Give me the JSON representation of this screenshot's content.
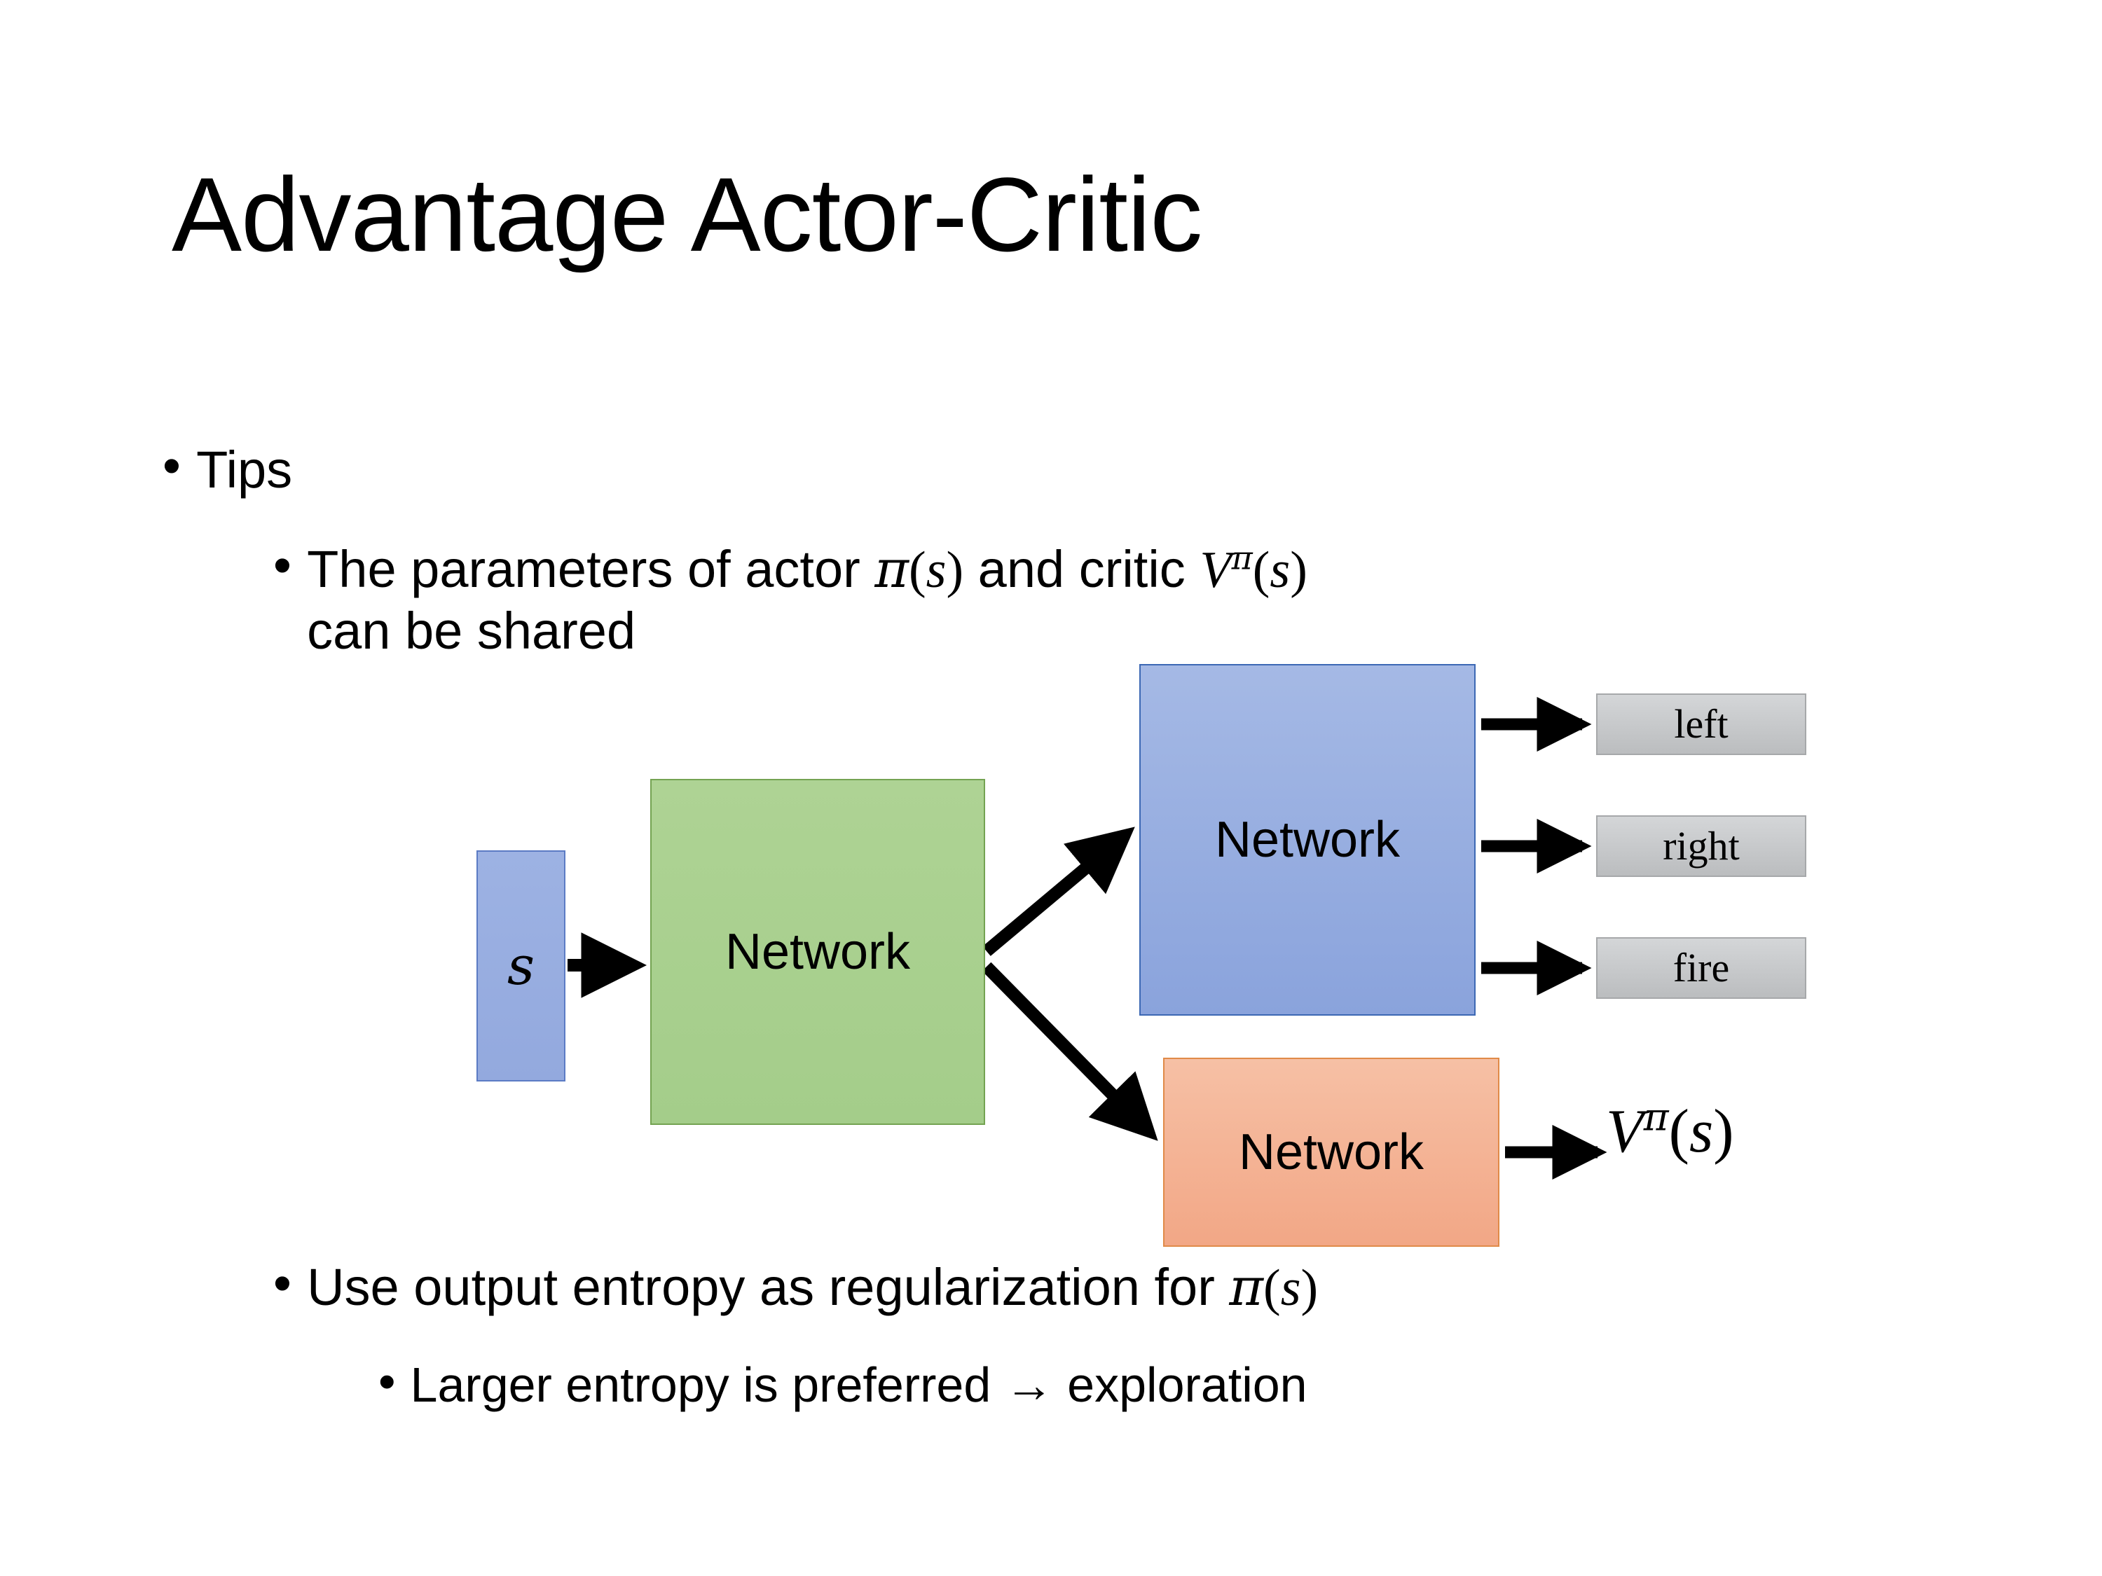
{
  "slide": {
    "title": "Advantage Actor-Critic",
    "background_color": "#ffffff",
    "text_color": "#000000"
  },
  "bullets": {
    "tips": {
      "marker": "•",
      "text": "Tips",
      "level": 1
    },
    "shared_params": {
      "marker": "•",
      "level": 2,
      "text_plain": "The parameters of actor π(s)  and critic Vπ(s) can be shared",
      "seg_1": "The parameters of actor ",
      "pi": "π",
      "paren_open": "(",
      "s": "s",
      "paren_close": ")",
      "seg_2": "  and critic ",
      "V": "V",
      "pi_sup": "π",
      "seg_3": "can be shared"
    },
    "entropy": {
      "marker": "•",
      "level": 2,
      "text_plain": "Use output entropy as regularization for π(s)",
      "seg_1": "Use output entropy as regularization for ",
      "pi": "π",
      "paren_open": "(",
      "s": "s",
      "paren_close": ")"
    },
    "larger_entropy": {
      "marker": "•",
      "level": 3,
      "text_plain": "Larger entropy is preferred → exploration",
      "seg_1": "Larger entropy is preferred ",
      "arrow": "→",
      "seg_2": " exploration"
    }
  },
  "diagram": {
    "nodes": {
      "state": {
        "label": "s",
        "color": "#93a9de",
        "border_color": "#5b7bc4",
        "kind": "input"
      },
      "shared_network": {
        "label": "Network",
        "color": "#a4cd8a",
        "border_color": "#74a352",
        "kind": "shared"
      },
      "actor_network": {
        "label": "Network",
        "color": "#8aa3dc",
        "border_color": "#3c68b4",
        "kind": "actor"
      },
      "critic_network": {
        "label": "Network",
        "color": "#f2a786",
        "border_color": "#e08a48",
        "kind": "critic"
      }
    },
    "action_outputs": [
      {
        "label": "left",
        "color": "#c4c6c8"
      },
      {
        "label": "right",
        "color": "#c4c6c8"
      },
      {
        "label": "fire",
        "color": "#c4c6c8"
      }
    ],
    "value_output": {
      "V": "V",
      "pi_sup": "π",
      "paren_open": "(",
      "s": "s",
      "paren_close": ")",
      "text_plain": "Vπ(s)"
    },
    "arrow_color": "#000000",
    "edges": [
      {
        "from": "state",
        "to": "shared_network"
      },
      {
        "from": "shared_network",
        "to": "actor_network"
      },
      {
        "from": "shared_network",
        "to": "critic_network"
      },
      {
        "from": "actor_network",
        "to": "left"
      },
      {
        "from": "actor_network",
        "to": "right"
      },
      {
        "from": "actor_network",
        "to": "fire"
      },
      {
        "from": "critic_network",
        "to": "value_output"
      }
    ]
  }
}
